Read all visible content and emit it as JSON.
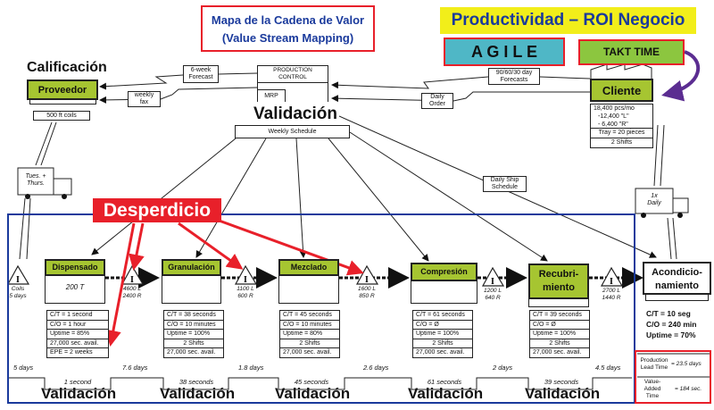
{
  "header": {
    "title_line1": "Mapa de la Cadena de Valor",
    "title_line2": "(Value Stream Mapping)",
    "productividad": "Productividad – ROI Negocio",
    "agile": "A G I L E",
    "takt": "TAKT  TIME"
  },
  "labels": {
    "calificacion": "Calificación",
    "validacion_top": "Validación",
    "desperdicio": "Desperdicio"
  },
  "supplier": {
    "name": "Proveedor",
    "note": "500 ft coils"
  },
  "customer": {
    "name": "Cliente",
    "rows": [
      "18,400 pcs/mo",
      "-12,400 \"L\"",
      "- 6,400 \"R\"",
      "Tray = 20 pieces",
      "2 Shifts"
    ]
  },
  "control": {
    "title_l1": "PRODUCTION",
    "title_l2": "CONTROL",
    "mrp": "MRP",
    "schedule": "Weekly Schedule"
  },
  "flows": {
    "six_week_l1": "6-week",
    "six_week_l2": "Forecast",
    "weekly_fax_l1": "weekly",
    "weekly_fax_l2": "fax",
    "forecasts_l1": "90/60/30 day",
    "forecasts_l2": "Forecasts",
    "daily_order_l1": "Daily",
    "daily_order_l2": "Order",
    "ship_l1": "Daily Ship",
    "ship_l2": "Schedule",
    "truck_in_l1": "Tues. +",
    "truck_in_l2": "Thurs.",
    "truck_out_l1": "1x",
    "truck_out_l2": "Daily"
  },
  "inventories": [
    {
      "l1": "Coils",
      "l2": "5 days"
    },
    {
      "l1": "4600 L",
      "l2": "2400 R"
    },
    {
      "l1": "1100 L",
      "l2": "600 R"
    },
    {
      "l1": "1600 L",
      "l2": "850 R"
    },
    {
      "l1": "1200 L",
      "l2": "640 R"
    },
    {
      "l1": "2700 L",
      "l2": "1440 R"
    }
  ],
  "processes": [
    {
      "name": "Dispensado",
      "body": "200 T",
      "rows": [
        "C/T = 1 second",
        "C/O = 1 hour",
        "Uptime = 85%",
        "27,000 sec. avail.",
        "EPE = 2 weeks"
      ]
    },
    {
      "name": "Granulación",
      "body": "",
      "rows": [
        "C/T = 38 seconds",
        "C/O = 10 minutes",
        "Uptime = 100%",
        "2 Shifts",
        "27,000 sec. avail."
      ]
    },
    {
      "name": "Mezclado",
      "body": "",
      "rows": [
        "C/T = 45 seconds",
        "C/O = 10 minutes",
        "Uptime = 80%",
        "2 Shifts",
        "27,000 sec. avail."
      ]
    },
    {
      "name": "Compresión",
      "body": "",
      "rows": [
        "C/T = 61 seconds",
        "C/O = Ø",
        "Uptime = 100%",
        "2 Shifts",
        "27,000 sec. avail."
      ]
    },
    {
      "name": "Recubri-miento",
      "body": "",
      "rows": [
        "C/T = 39 seconds",
        "C/O = Ø",
        "Uptime = 100%",
        "2 Shifts",
        "27,000 sec. avail."
      ]
    }
  ],
  "final_process": {
    "name_l1": "Acondicio-",
    "name_l2": "namiento",
    "rows": [
      "C/T = 10 seg",
      "C/O = 240 min",
      "Uptime = 70%"
    ]
  },
  "timeline": {
    "days": [
      "5 days",
      "7.6 days",
      "1.8 days",
      "2.6 days",
      "2 days",
      "4.5 days"
    ],
    "seconds": [
      "1 second",
      "38 seconds",
      "45 seconds",
      "61 seconds",
      "39 seconds"
    ],
    "validacion": "Validación"
  },
  "summary": {
    "lead_label_l1": "Production",
    "lead_label_l2": "Lead Time",
    "lead_value": "= 23.5 days",
    "va_label_l1": "Value-",
    "va_label_l2": "Added",
    "va_label_l3": "Time",
    "va_value": "= 184 sec."
  },
  "colors": {
    "green": "#a6c531",
    "red": "#e8202a",
    "blue": "#1a3a9c",
    "teal": "#4fb7c6",
    "yellow": "#f2ee1a",
    "purple": "#5b2d91"
  }
}
